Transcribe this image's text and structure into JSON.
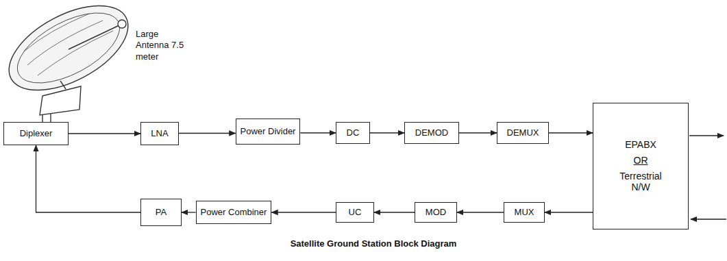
{
  "diagram": {
    "caption": "Satellite Ground Station Block Diagram",
    "nodes": [
      {
        "text": [
          "Diplexer"
        ]
      },
      {
        "text": [
          "LNA"
        ]
      },
      {
        "text": [
          "Power Divider"
        ]
      },
      {
        "text": [
          "DC"
        ]
      },
      {
        "text": [
          "DEMOD"
        ]
      },
      {
        "text": [
          "DEMUX"
        ]
      },
      {
        "text": [
          "EPABX",
          "OR",
          "Terrestrial N/W"
        ]
      },
      {
        "text": [
          "PA"
        ]
      },
      {
        "text": [
          "Power Combiner"
        ]
      },
      {
        "text": [
          "UC"
        ]
      },
      {
        "text": [
          "MOD"
        ]
      },
      {
        "text": [
          "MUX"
        ]
      }
    ],
    "edges": [
      {
        "from": 0,
        "to": 1,
        "arrow": "to"
      },
      {
        "from": 1,
        "to": 2,
        "arrow": "to"
      },
      {
        "from": 2,
        "to": 3,
        "arrow": "to"
      },
      {
        "from": 3,
        "to": 4,
        "arrow": "to"
      },
      {
        "from": 4,
        "to": 5,
        "arrow": "to"
      },
      {
        "from": 5,
        "to": 6,
        "arrow": "to"
      },
      {
        "from": 6,
        "to": 11,
        "arrow": "to"
      },
      {
        "from": 11,
        "to": 10,
        "arrow": "to"
      },
      {
        "from": 10,
        "to": 9,
        "arrow": "to"
      },
      {
        "from": 9,
        "to": 8,
        "arrow": "to"
      },
      {
        "from": 8,
        "to": 7,
        "arrow": "to"
      },
      {
        "from": 7,
        "to": 0,
        "arrow": "to"
      }
    ],
    "labels": [
      "Large Antenna 7.5 meter"
    ]
  }
}
